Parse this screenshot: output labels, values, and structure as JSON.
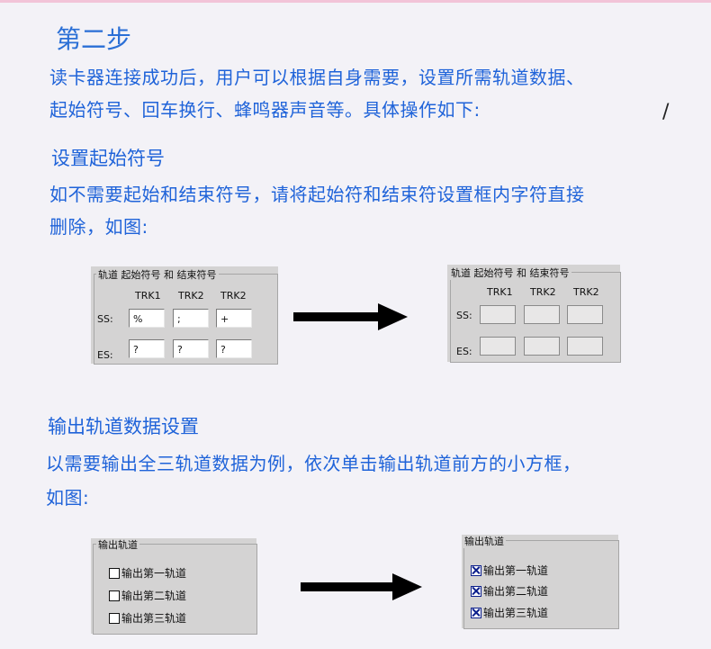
{
  "step_title": "第二步",
  "intro_line1": "读卡器连接成功后，用户可以根据自身需要，设置所需轨道数据、",
  "intro_line2": "起始符号、回车换行、蜂鸣器声音等。具体操作如下:",
  "slash_mark": "/",
  "section1": {
    "heading": "设置起始符号",
    "line1": "如不需要起始和结束符号，请将起始符和结束符设置框内字符直接",
    "line2": "删除，如图:"
  },
  "panel_start": {
    "group_label": "轨道 起始符号 和 结束符号",
    "columns": [
      "TRK1",
      "TRK2",
      "TRK2"
    ],
    "ss_label": "SS:",
    "es_label": "ES:",
    "before_ss": [
      "%",
      ";",
      "+"
    ],
    "before_es": [
      "?",
      "?",
      "?"
    ]
  },
  "section2": {
    "heading": "输出轨道数据设置",
    "line1": "以需要输出全三轨道数据为例，依次单击输出轨道前方的小方框，",
    "line2": "如图:"
  },
  "panel_output": {
    "group_label": "输出轨道",
    "items": [
      "输出第一轨道",
      "输出第二轨道",
      "输出第三轨道"
    ]
  },
  "colors": {
    "blue_text": "#1f63d9",
    "panel_bg": "#d4d3d3",
    "checkbox_mark": "#0c1f8c"
  }
}
